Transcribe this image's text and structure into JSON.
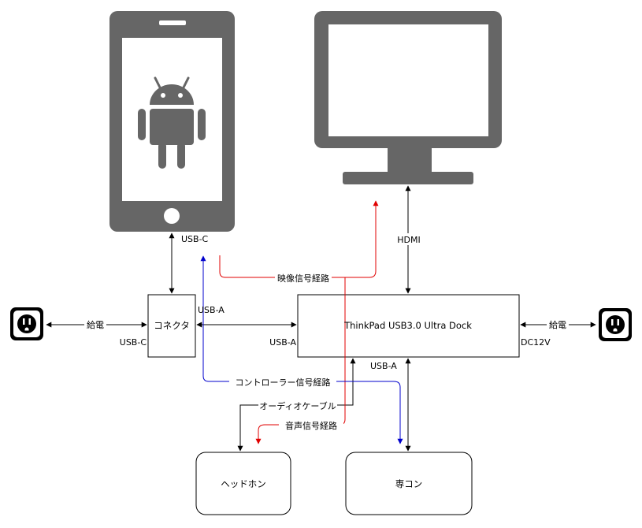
{
  "nodes": {
    "connector": "コネクタ",
    "dock": "ThinkPad USB3.0 Ultra Dock",
    "headphones": "ヘッドホン",
    "controller": "専コン"
  },
  "ports": {
    "phone_usbc": "USB-C",
    "connector_usba": "USB-A",
    "connector_usbc": "USB-C",
    "dock_usba_left": "USB-A",
    "dock_hdmi": "HDMI",
    "dock_dc": "DC12V",
    "dock_usba_bottom": "USB-A"
  },
  "edges": {
    "power_left": "給電",
    "power_right": "給電",
    "video_path": "映像信号経路",
    "controller_path": "コントローラー信号経路",
    "audio_cable": "オーディオケーブル",
    "audio_path": "音声信号経路"
  },
  "colors": {
    "icon_gray": "#666666",
    "video_path": "#e00000",
    "audio_path": "#e00000",
    "controller_path": "#0000cc"
  },
  "icons": [
    "android-phone-icon",
    "monitor-icon",
    "power-outlet-icon",
    "power-outlet-icon"
  ]
}
